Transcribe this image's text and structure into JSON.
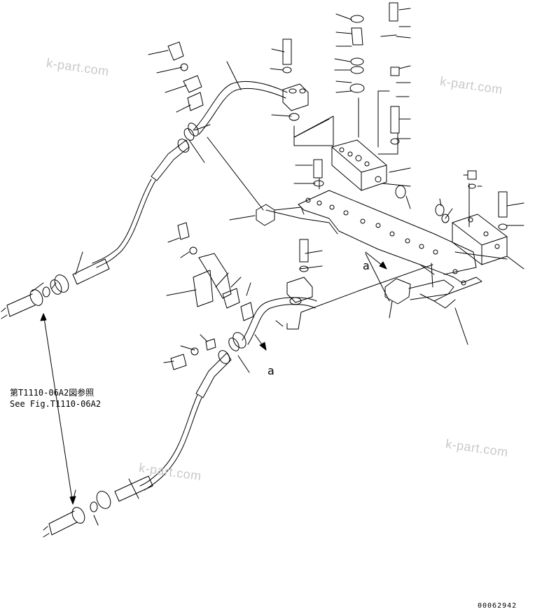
{
  "watermarks": [
    "k-part.com",
    "k-part.com",
    "k-part.com",
    "k-part.com"
  ],
  "callouts": {
    "a_upper": "a",
    "a_lower": "a"
  },
  "reference": {
    "jp": "第T1110-06A2図参照",
    "en": "See Fig.T1110-06A2"
  },
  "figure_number": "00062942"
}
